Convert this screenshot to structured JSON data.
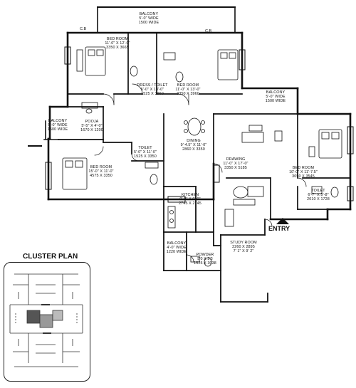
{
  "rooms": {
    "balcony_top": {
      "name": "BALCONY",
      "dim_ft": "5'-0\" WIDE",
      "dim_mm": "1500 WIDE"
    },
    "bed_room_1": {
      "name": "BED ROOM",
      "dim_ft": "11'-0\" X 12'-0\"",
      "dim_mm": "3350 X 3665"
    },
    "dress_toilet": {
      "name": "DRESS / TOILET",
      "dim_ft": "5'-0\" X 13'-0\"",
      "dim_mm": "1525 X 3960"
    },
    "bed_room_2": {
      "name": "BED ROOM",
      "dim_ft": "11'-0\" X 13'-0\"",
      "dim_mm": "3350 X 3960"
    },
    "balcony_right": {
      "name": "BALCONY",
      "dim_ft": "5'-0\" WIDE",
      "dim_mm": "1500 WIDE"
    },
    "balcony_left": {
      "name": "BALCONY",
      "dim_ft": "5'-0\" WIDE",
      "dim_mm": "1500 WIDE"
    },
    "pooja": {
      "name": "POOJA",
      "dim_ft": "5'-5\" X 4'-0\"",
      "dim_mm": "1670 X 1200"
    },
    "dining": {
      "name": "DINING",
      "dim_ft": "9'-4.5\" X 11'-0\"",
      "dim_mm": "2860 X 3350"
    },
    "toilet_mid": {
      "name": "TOILET",
      "dim_ft": "5'-0\" X 11'-0\"",
      "dim_mm": "1525 X 3350"
    },
    "bed_room_3": {
      "name": "BED ROOM",
      "dim_ft": "15'-0\" X 11'-0\"",
      "dim_mm": "4575 X 3350"
    },
    "drawing": {
      "name": "DRAWING",
      "dim_ft": "11'-0\" X 17'-0\"",
      "dim_mm": "3350 X 5185"
    },
    "bed_room_4": {
      "name": "BED ROOM",
      "dim_ft": "10'-0\" X 11'-7.5\"",
      "dim_mm": "3050 X 3545"
    },
    "toilet_right": {
      "name": "TOILET",
      "dim_ft": "6'-7\" X 5'-8\"",
      "dim_mm": "2010 X 1728"
    },
    "kitchen": {
      "name": "KITCHEN",
      "dim_ft": "9'-0\" X 9'-0\"",
      "dim_mm": "2745 X 2745"
    },
    "balcony_bottom": {
      "name": "BALCONY",
      "dim_ft": "4'-0\" WIDE",
      "dim_mm": "1220 WIDE"
    },
    "powder": {
      "name": "POWDER",
      "dim_ft": "5'0 X 3'3",
      "dim_mm": "1525 X 3038"
    },
    "study_room": {
      "name": "STUDY ROOM",
      "dim_ft": "2260 X 2895",
      "dim_mm": "7' 1\" X 9' 2\""
    }
  },
  "cb_labels": [
    "C.B",
    "C.B"
  ],
  "entry_label": "ENTRY",
  "cluster_plan_title": "CLUSTER PLAN"
}
